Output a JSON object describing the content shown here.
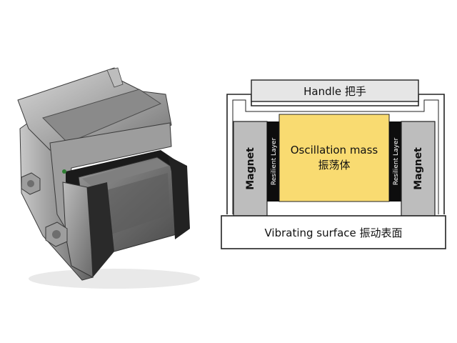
{
  "photo": {
    "description_name": "damper-photo"
  },
  "diagram": {
    "handle_label": "Handle 把手",
    "mass_label_line1": "Oscillation mass",
    "mass_label_line2": "振荡体",
    "magnet_left_label": "Magnet",
    "magnet_right_label": "Magnet",
    "resilient_left_label": "Resilient Layer",
    "resilient_right_label": "Resilient Layer",
    "base_label": "Vibrating surface 振动表面"
  },
  "colors": {
    "handle_fill": "#e6e6e6",
    "mass_fill": "#f9db71",
    "magnet_fill": "#bdbdbd",
    "resilient_fill": "#0d0d0d",
    "outline": "#222222"
  }
}
